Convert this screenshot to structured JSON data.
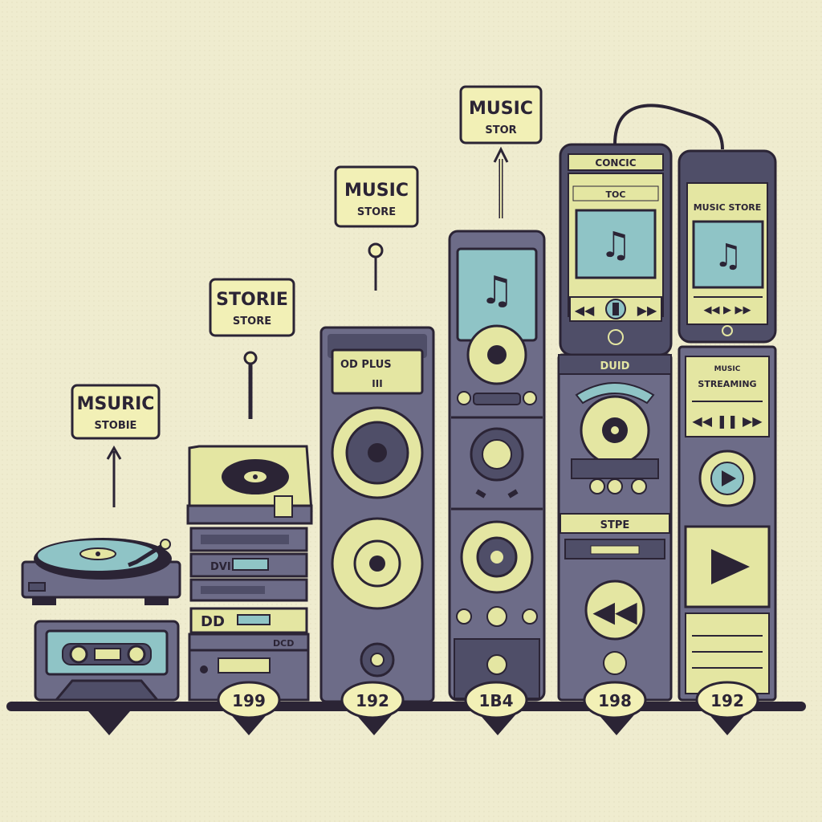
{
  "colors": {
    "background": "#efeccf",
    "outline": "#2b2435",
    "device_body": "#6d6c88",
    "device_dark": "#4f4e68",
    "screen_teal": "#8fc4c6",
    "accent_yellow": "#e4e6a2",
    "label_fill": "#f2f0b6"
  },
  "callouts": [
    {
      "line1": "MSURIC",
      "line2": "STOBIE"
    },
    {
      "line1": "STORIE",
      "line2": "STORE"
    },
    {
      "line1": "MUSIC",
      "line2": "STORE"
    },
    {
      "line1": "MUSIC",
      "line2": "STOR"
    }
  ],
  "devices": {
    "cd_stack": {
      "top_label": "DVI",
      "bottom_label": "DD",
      "side_label": "DCD"
    },
    "tall_speaker": {
      "screen_text": "OD PLUS",
      "sub_text": "III"
    },
    "gray_player": {
      "header": "DUID",
      "mid_label": "STPE"
    },
    "phone_left": {
      "header": "CONCIC",
      "track": "TOC"
    },
    "phone_right": {
      "screen_text": "MUSIC STORE"
    },
    "digital_player": {
      "line1": "MUSIC",
      "line2": "STREAMING"
    }
  },
  "timeline": {
    "years": [
      "199",
      "192",
      "1B4",
      "198",
      "192"
    ]
  },
  "icons": [
    "turntable-icon",
    "cassette-icon",
    "music-note-icon",
    "play-icon",
    "rewind-icon",
    "pause-icon",
    "forward-icon"
  ]
}
